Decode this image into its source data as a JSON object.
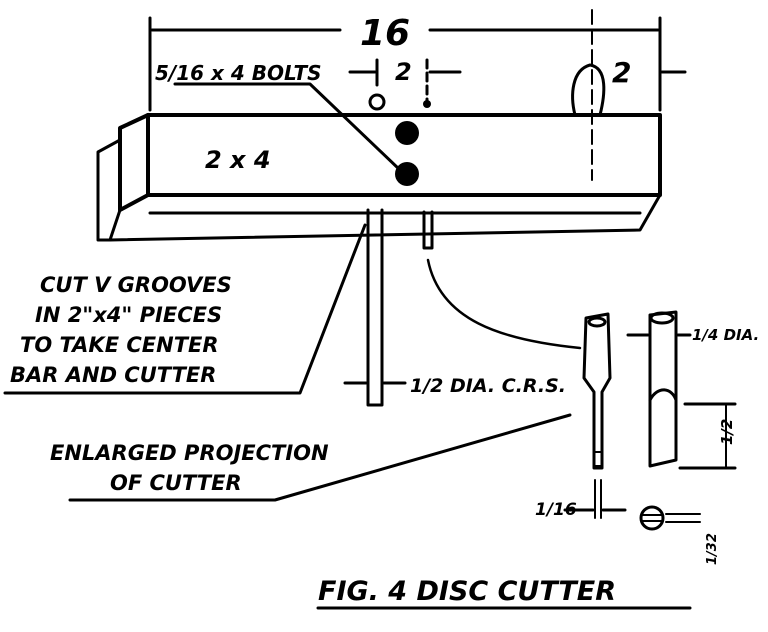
{
  "labels": {
    "overall_length": "16",
    "bolts": "5/16 x 4 BOLTS",
    "center_spacing": "2",
    "handle_offset": "2",
    "block": "2 x 4",
    "grooves": [
      "CUT V GROOVES",
      "IN 2\"x4\" PIECES",
      "TO TAKE CENTER",
      "BAR AND CUTTER"
    ],
    "bar_dia": "1/2 DIA. C.R.S.",
    "projection": [
      "ENLARGED PROJECTION",
      "OF CUTTER"
    ],
    "cutter_dia": "1/4 DIA.",
    "bevel_length": "1/2",
    "tip_width": "1/16",
    "tip_thickness": "1/32",
    "caption": "FIG. 4 DISC CUTTER"
  }
}
